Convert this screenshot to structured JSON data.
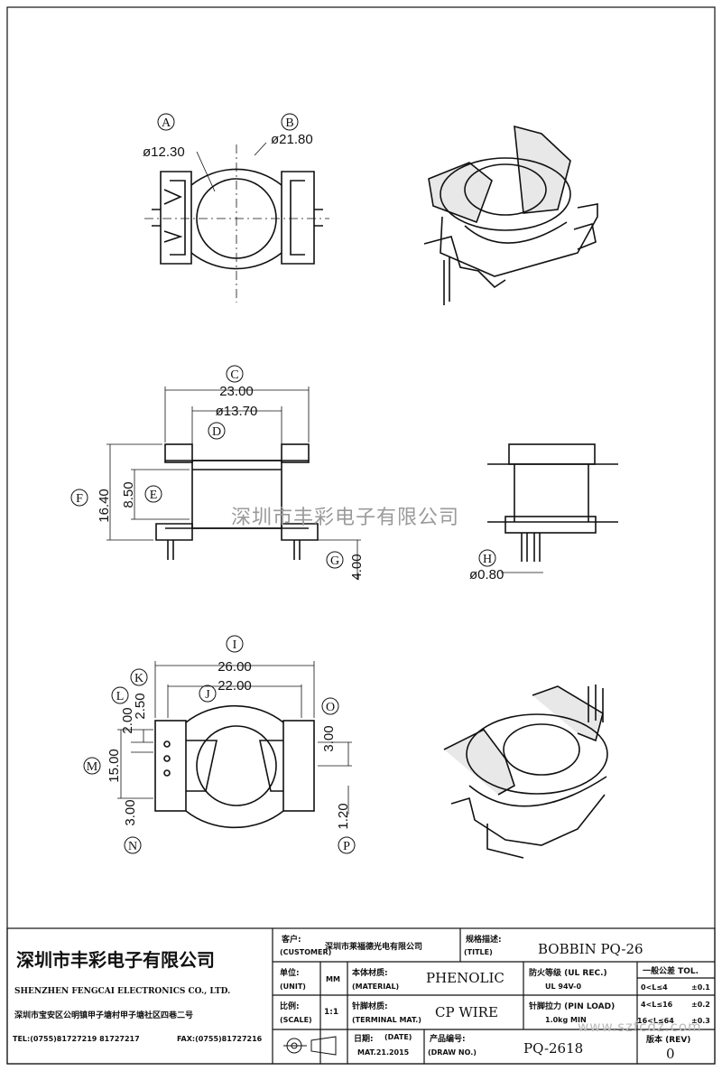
{
  "labels": {
    "A": "A",
    "B": "B",
    "C": "C",
    "D": "D",
    "E": "E",
    "F": "F",
    "G": "G",
    "H": "H",
    "I": "I",
    "J": "J",
    "K": "K",
    "L": "L",
    "M": "M",
    "N": "N",
    "O": "O",
    "P": "P"
  },
  "dims": {
    "a": "ø12.30",
    "b": "ø21.80",
    "c": "23.00",
    "d": "ø13.70",
    "e": "8.50",
    "f": "16.40",
    "g": "4.00",
    "h": "ø0.80",
    "i": "26.00",
    "j": "22.00",
    "k": "2.50",
    "l": "2.00",
    "m": "15.00",
    "n": "3.00",
    "o": "3.00",
    "p": "1.20"
  },
  "watermark": "深圳市丰彩电子有限公司",
  "title_block": {
    "company_cn": "深圳市丰彩电子有限公司",
    "company_en": "SHENZHEN FENGCAI ELECTRONICS CO., LTD.",
    "address": "深圳市宝安区公明镇甲子塘村甲子塘社区四巷二号",
    "tel": "TEL:(0755)81727219  81727217",
    "fax": "FAX:(0755)81727216",
    "customer_label_cn": "客户:",
    "customer_label_en": "(CUSTOMER)",
    "customer_value": "深圳市莱福德光电有限公司",
    "title_label_cn": "规格描述:",
    "title_label_en": "(TITLE)",
    "title_value": "BOBBIN PQ-26",
    "unit_label_cn": "单位:",
    "unit_label_en": "(UNIT)",
    "unit_value": "MM",
    "material_label_cn": "本体材质:",
    "material_label_en": "(MATERIAL)",
    "material_value": "PHENOLIC",
    "flame_label": "防火等级 (UL REC.)",
    "flame_value": "UL 94V-0",
    "tol_title": "一般公差 TOL.",
    "tol_rows": [
      {
        "range": "0<L≤4",
        "tol": "±0.1"
      },
      {
        "range": "4<L≤16",
        "tol": "±0.2"
      },
      {
        "range": "16<L≤64",
        "tol": "±0.3"
      }
    ],
    "scale_label_cn": "比例:",
    "scale_label_en": "(SCALE)",
    "scale_value": "1:1",
    "terminal_label_cn": "针脚材质:",
    "terminal_label_en": "(TERMINAL MAT.)",
    "terminal_value": "CP WIRE",
    "pin_load_label": "针脚拉力 (PIN LOAD)",
    "pin_load_value": "1.0kg MIN",
    "date_label_cn": "日期:",
    "date_label_en": "(DATE)",
    "date_value": "MAT.21.2015",
    "drawno_label_cn": "产品编号:",
    "drawno_label_en": "(DRAW NO.)",
    "drawno_value": "PQ-2618",
    "rev_label": "版本 (REV)",
    "rev_value": "0",
    "site_watermark": "www.szfcdz.com"
  }
}
